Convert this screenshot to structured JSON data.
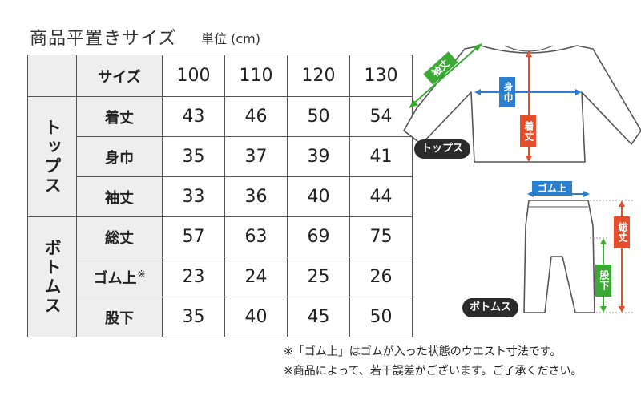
{
  "title": "商品平置きサイズ",
  "unit": "単位 (cm)",
  "table": {
    "header_label": "サイズ",
    "sizes": [
      "100",
      "110",
      "120",
      "130"
    ],
    "groups": [
      {
        "name": "トップス",
        "rows": [
          {
            "label": "着丈",
            "values": [
              "43",
              "46",
              "50",
              "54"
            ]
          },
          {
            "label": "身巾",
            "values": [
              "35",
              "37",
              "39",
              "41"
            ]
          },
          {
            "label": "袖丈",
            "values": [
              "33",
              "36",
              "40",
              "44"
            ]
          }
        ]
      },
      {
        "name": "ボトムス",
        "rows": [
          {
            "label": "総丈",
            "values": [
              "57",
              "63",
              "69",
              "75"
            ]
          },
          {
            "label": "ゴム上",
            "mark": "※",
            "values": [
              "23",
              "24",
              "25",
              "26"
            ]
          },
          {
            "label": "股下",
            "values": [
              "35",
              "40",
              "45",
              "50"
            ]
          }
        ]
      }
    ]
  },
  "notes": [
    "※「ゴム上」はゴムが入った状態のウエスト寸法です。",
    "※商品によって、若干誤差がございます。ご了承ください。"
  ],
  "diagram": {
    "tops": {
      "tag": "トップス",
      "sleeve": "袖丈",
      "width": "身巾",
      "length": "着丈"
    },
    "bottoms": {
      "tag": "ボトムス",
      "waist": "ゴム上",
      "total": "総丈",
      "inseam": "股下"
    },
    "colors": {
      "green": "#3aaa35",
      "blue": "#2a7fd0",
      "red": "#e54e2a",
      "tag_bg": "#2b2b2b"
    }
  }
}
